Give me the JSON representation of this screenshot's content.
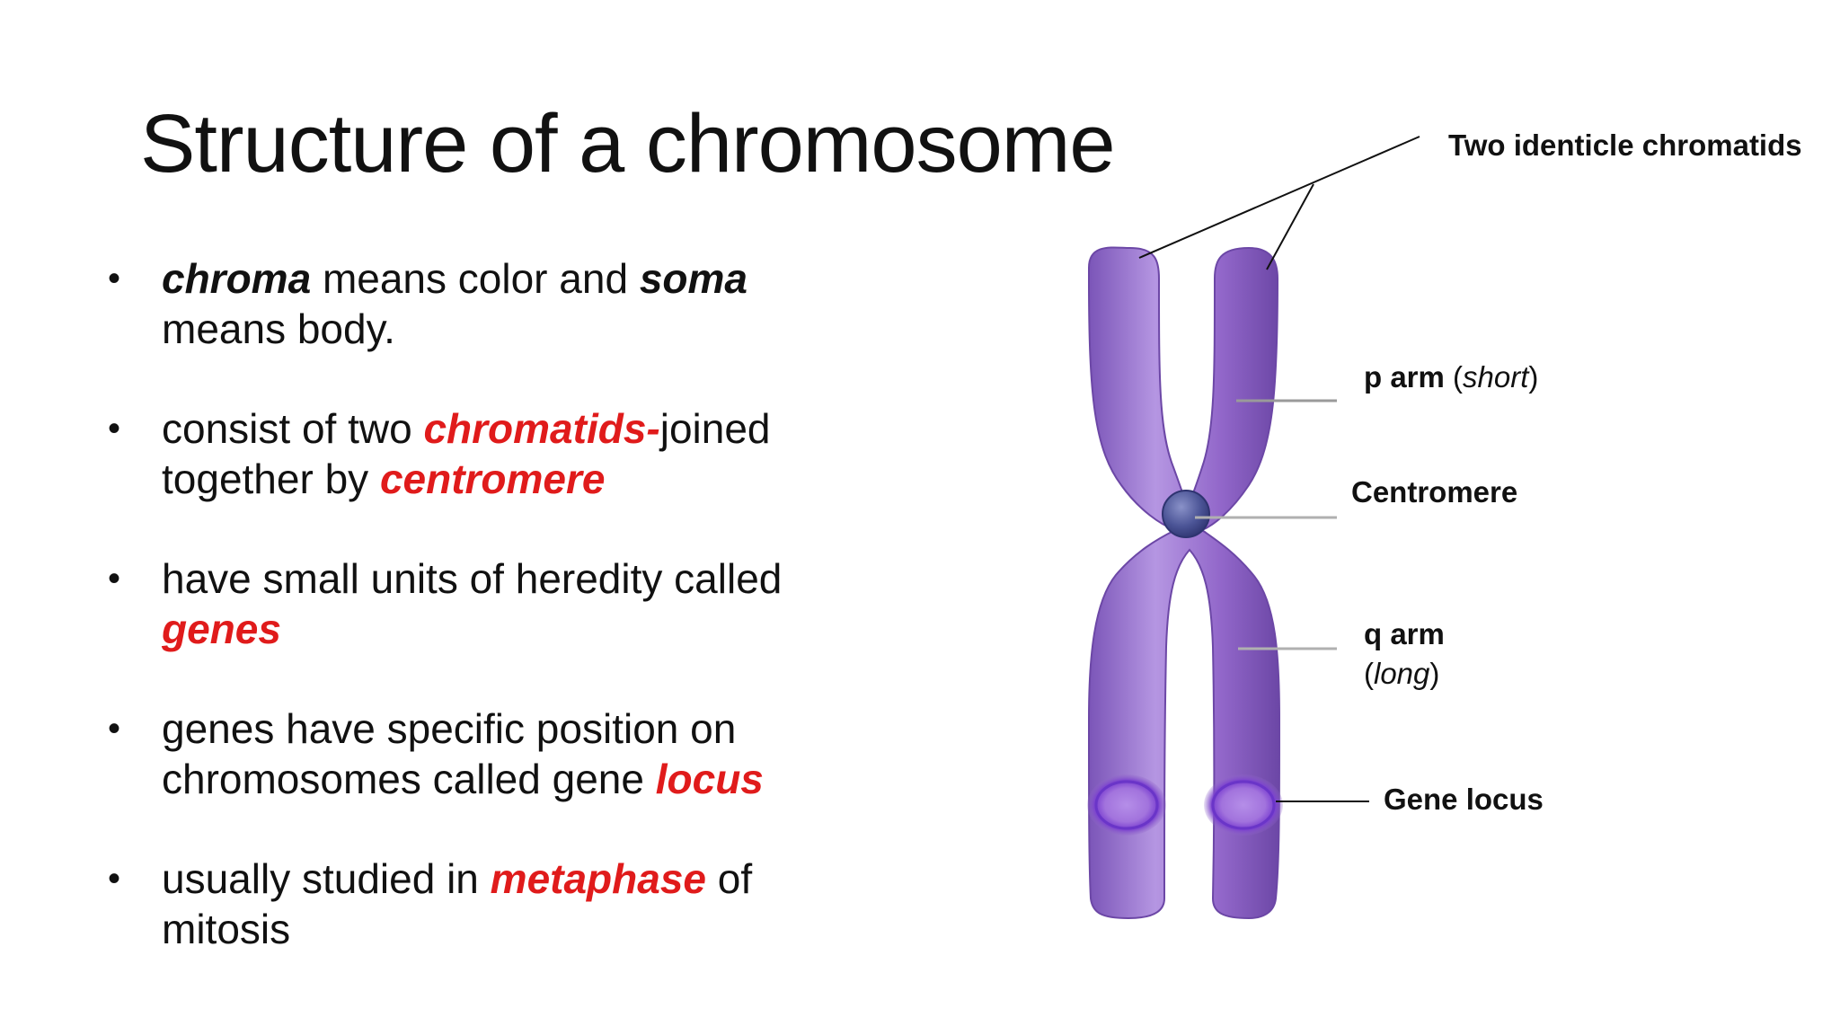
{
  "slide": {
    "title": "Structure of a chromosome"
  },
  "bullets": [
    {
      "parts": [
        {
          "text": "chroma",
          "style": "em-black"
        },
        {
          "text": " means color and ",
          "style": "plain"
        },
        {
          "text": "soma",
          "style": "em-black"
        },
        {
          "text": " means body.",
          "style": "plain"
        }
      ]
    },
    {
      "parts": [
        {
          "text": "consist of two ",
          "style": "plain"
        },
        {
          "text": "chromatids-",
          "style": "em-red"
        },
        {
          "text": "joined together by ",
          "style": "plain"
        },
        {
          "text": "centromere",
          "style": "em-red"
        }
      ]
    },
    {
      "parts": [
        {
          "text": "have small units of heredity called ",
          "style": "plain"
        },
        {
          "text": "genes",
          "style": "em-red"
        }
      ]
    },
    {
      "parts": [
        {
          "text": "genes have specific position on chromosomes called gene ",
          "style": "plain"
        },
        {
          "text": "locus",
          "style": "em-red"
        }
      ]
    },
    {
      "parts": [
        {
          "text": "usually studied in ",
          "style": "plain"
        },
        {
          "text": "metaphase",
          "style": "em-red"
        },
        {
          "text": " of mitosis",
          "style": "plain"
        }
      ]
    }
  ],
  "bullet_glyph": "•",
  "labels": {
    "chromatids": "Two identicle chromatids",
    "p_arm_bold": "p arm",
    "p_arm_open": " (",
    "p_arm_italic": "short",
    "p_arm_close": ")",
    "centromere": "Centromere",
    "q_arm_bold": "q arm",
    "q_arm_open": "(",
    "q_arm_italic": "long",
    "q_arm_close": ")",
    "gene_locus": "Gene locus"
  },
  "colors": {
    "accent_red": "#e01b1b",
    "chromatid_purple": "#9166c9",
    "chromatid_light": "#b596e2",
    "chromatid_dark": "#6c47a6",
    "centromere_blue": "#4b5496",
    "leader_line": "#9a9a9a"
  }
}
